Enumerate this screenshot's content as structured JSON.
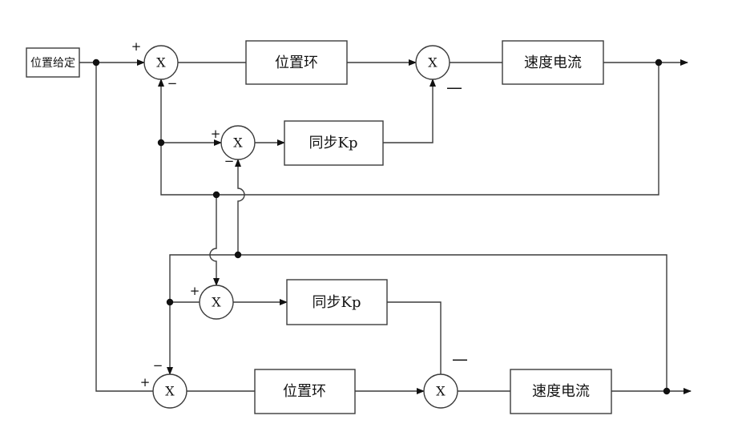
{
  "diagram": {
    "colors": {
      "line": "#3c3c3c",
      "ink": "#111111",
      "background": "#ffffff"
    },
    "sum_symbol": "X",
    "signs": {
      "plus": "+",
      "minus": "−",
      "minus_wide": "—"
    },
    "blocks": {
      "position_ref": {
        "label": "位置给定"
      },
      "position_loop_top": {
        "label": "位置环"
      },
      "speed_current_top": {
        "label": "速度电流"
      },
      "sync_kp_top": {
        "label": "同步Kp"
      },
      "sync_kp_bottom": {
        "label": "同步Kp"
      },
      "position_loop_bottom": {
        "label": "位置环"
      },
      "speed_current_bottom": {
        "label": "速度电流"
      }
    }
  }
}
